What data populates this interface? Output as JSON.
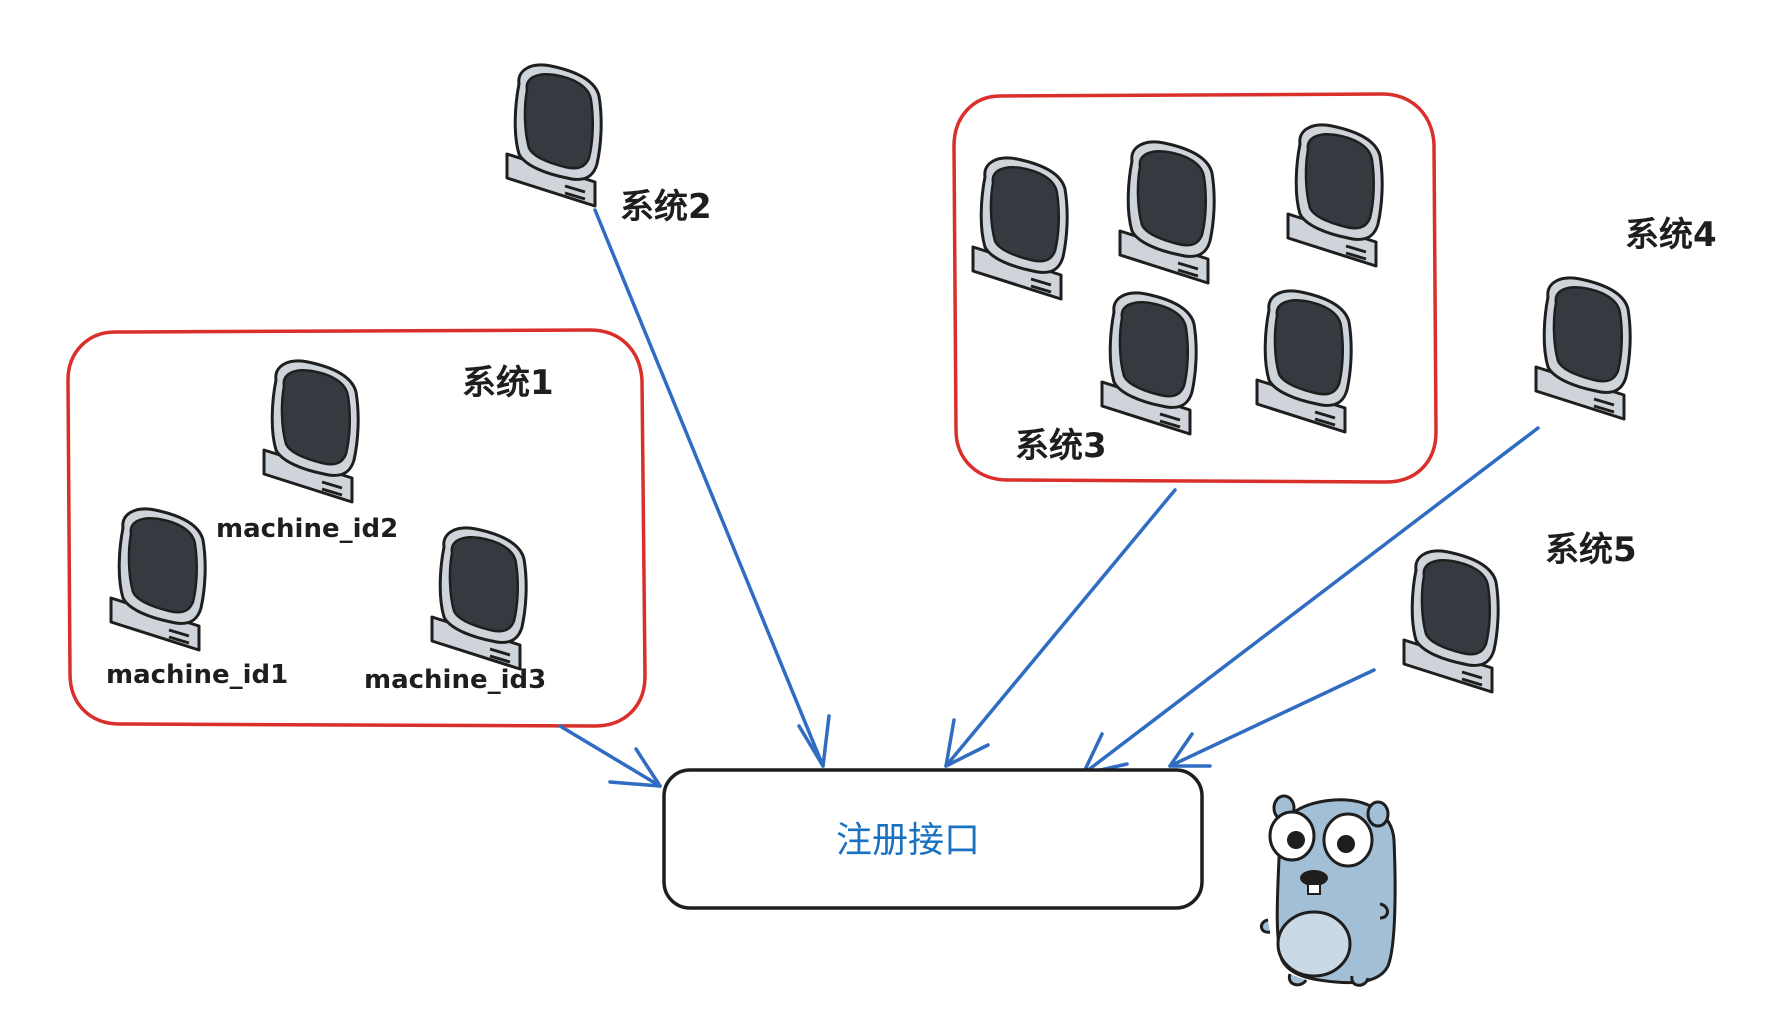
{
  "groups": [
    {
      "id": "system1",
      "label": "系统1",
      "machines": [
        "machine_id1",
        "machine_id2",
        "machine_id3"
      ]
    },
    {
      "id": "system2",
      "label": "系统2"
    },
    {
      "id": "system3",
      "label": "系统3"
    },
    {
      "id": "system4",
      "label": "系统4"
    },
    {
      "id": "system5",
      "label": "系统5"
    }
  ],
  "center": {
    "label": "注册接口"
  },
  "icons": {
    "computer": "computer-icon",
    "mascot": "go-gopher-mascot-icon"
  },
  "colors": {
    "group_border": "#d9302c",
    "arrow": "#2f6cc2",
    "center_text": "#1971c2",
    "screen": "#343a40",
    "base": "#ced4da"
  }
}
